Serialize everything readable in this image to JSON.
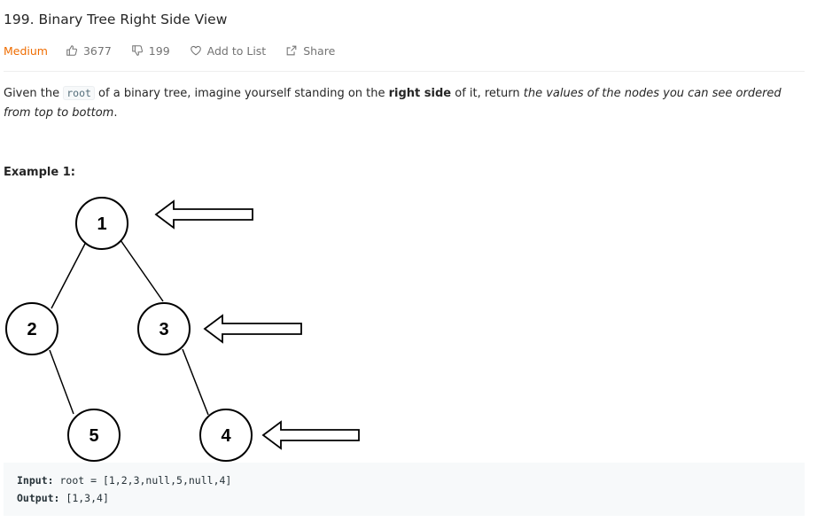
{
  "problem": {
    "title": "199. Binary Tree Right Side View",
    "difficulty": "Medium",
    "likes": "3677",
    "dislikes": "199",
    "add_to_list": "Add to List",
    "share": "Share"
  },
  "description": {
    "part1": "Given the ",
    "code_root": "root",
    "part2": " of a binary tree, imagine yourself standing on the ",
    "bold": "right side",
    "part3": " of it, return ",
    "italic": "the values of the nodes you can see ordered from top to bottom",
    "part4": "."
  },
  "example": {
    "heading": "Example 1:",
    "input_label": "Input:",
    "input_value": "root = [1,2,3,null,5,null,4]",
    "output_label": "Output:",
    "output_value": "[1,3,4]"
  },
  "tree": {
    "nodes": [
      {
        "id": "n1",
        "label": "1"
      },
      {
        "id": "n2",
        "label": "2"
      },
      {
        "id": "n3",
        "label": "3"
      },
      {
        "id": "n5",
        "label": "5"
      },
      {
        "id": "n4",
        "label": "4"
      }
    ]
  }
}
